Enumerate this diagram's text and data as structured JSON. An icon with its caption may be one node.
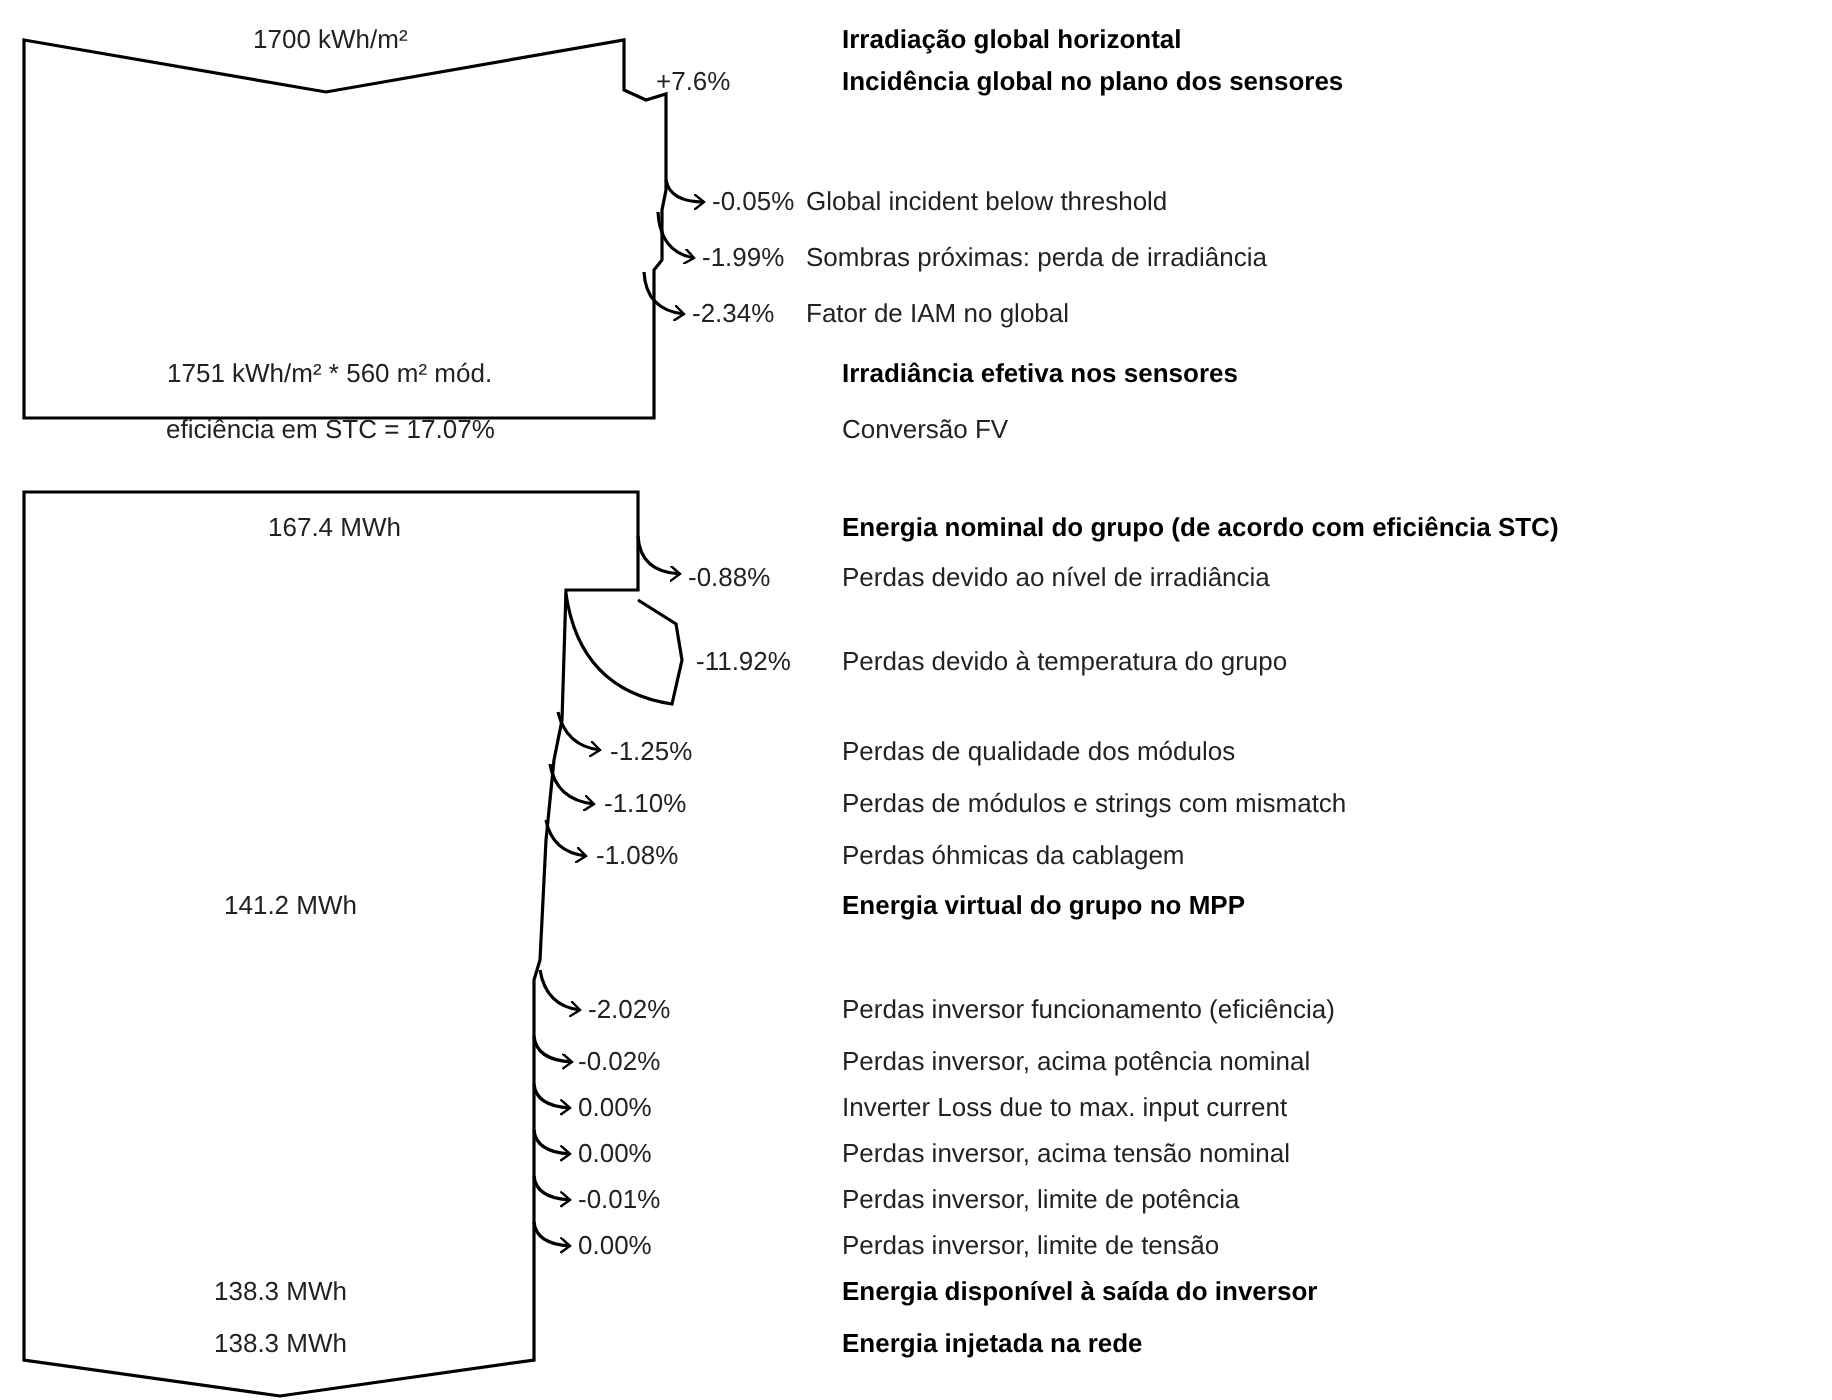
{
  "diagram": {
    "labels": [
      "1700 kWh/m²",
      "Irradiação global horizontal",
      "+7.6%",
      "Incidência global no plano dos sensores",
      "-0.05%",
      "Global incident below threshold",
      "-1.99%",
      "Sombras próximas: perda de irradiância",
      "-2.34%",
      "Fator de IAM no global",
      "1751 kWh/m² * 560 m² mód.",
      "Irradiância efetiva nos sensores",
      "eficiência em STC = 17.07%",
      "Conversão FV",
      "167.4 MWh",
      "Energia nominal do grupo (de acordo com eficiência STC)",
      "-0.88%",
      "Perdas devido ao nível de irradiância",
      "-11.92%",
      "Perdas devido à temperatura do grupo",
      "-1.25%",
      "Perdas de qualidade dos módulos",
      "-1.10%",
      "Perdas de módulos e strings com mismatch",
      "-1.08%",
      "Perdas óhmicas da cablagem",
      "141.2 MWh",
      "Energia virtual do grupo no MPP",
      "-2.02%",
      "Perdas inversor funcionamento (eficiência)",
      "-0.02%",
      "Perdas inversor, acima potência nominal",
      "0.00%",
      "Inverter Loss due to max. input current",
      "0.00%",
      "Perdas inversor, acima tensão nominal",
      "-0.01%",
      "Perdas inversor, limite de potência",
      "0.00%",
      "Perdas inversor, limite de tensão",
      "138.3 MWh",
      "Energia disponível à saída do inversor",
      "138.3 MWh",
      "Energia injetada na rede"
    ]
  }
}
